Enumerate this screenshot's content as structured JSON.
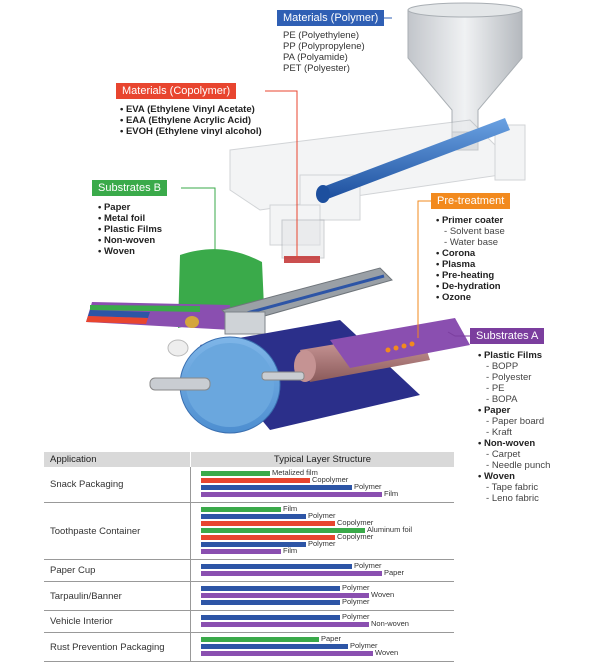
{
  "colors": {
    "green": "#3aaa4a",
    "red": "#e8452f",
    "blue": "#2d55a6",
    "purple": "#8a4fb0",
    "orange": "#f28a1e",
    "polymer_tag": "#2f5fb4",
    "copolymer_tag": "#e8452f",
    "substrate_b_tag": "#3aaa4a",
    "pretreat_tag": "#f28a1e",
    "substrate_a_tag": "#7b3e9e"
  },
  "diagram": {
    "polymer": {
      "title": "Materials (Polymer)",
      "items": [
        "PE (Polyethylene)",
        "PP (Polypropylene)",
        "PA (Polyamide)",
        "PET (Polyester)"
      ]
    },
    "copolymer": {
      "title": "Materials (Copolymer)",
      "items": [
        "EVA (Ethylene Vinyl Acetate)",
        "EAA (Ethylene Acrylic Acid)",
        "EVOH (Ethylene vinyl alcohol)"
      ]
    },
    "substrates_b": {
      "title": "Substrates B",
      "items": [
        "Paper",
        "Metal foil",
        "Plastic Films",
        "Non-woven",
        "Woven"
      ]
    },
    "pretreatment": {
      "title": "Pre-treatment",
      "items": [
        {
          "t": "Primer coater",
          "k": "b"
        },
        {
          "t": "Solvent base",
          "k": "s"
        },
        {
          "t": "Water base",
          "k": "s"
        },
        {
          "t": "Corona",
          "k": "b"
        },
        {
          "t": "Plasma",
          "k": "b"
        },
        {
          "t": "Pre-heating",
          "k": "b"
        },
        {
          "t": "De-hydration",
          "k": "b"
        },
        {
          "t": "Ozone",
          "k": "b"
        }
      ]
    },
    "substrates_a": {
      "title": "Substrates A",
      "items": [
        {
          "t": "Plastic Films",
          "k": "b"
        },
        {
          "t": "BOPP",
          "k": "s"
        },
        {
          "t": "Polyester",
          "k": "s"
        },
        {
          "t": "PE",
          "k": "s"
        },
        {
          "t": "BOPA",
          "k": "s"
        },
        {
          "t": "Paper",
          "k": "b"
        },
        {
          "t": "Paper board",
          "k": "s"
        },
        {
          "t": "Kraft",
          "k": "s"
        },
        {
          "t": "Non-woven",
          "k": "b"
        },
        {
          "t": "Carpet",
          "k": "s"
        },
        {
          "t": "Needle punch",
          "k": "s"
        },
        {
          "t": "Woven",
          "k": "b"
        },
        {
          "t": "Tape fabric",
          "k": "s"
        },
        {
          "t": "Leno fabric",
          "k": "s"
        }
      ]
    }
  },
  "table": {
    "header": {
      "application": "Application",
      "structure": "Typical Layer Structure"
    },
    "rows": [
      {
        "app": "Snack Packaging",
        "layers": [
          {
            "c": "green",
            "v": 0.33,
            "label": "Metalized film"
          },
          {
            "c": "red",
            "v": 0.52,
            "label": "Copolymer"
          },
          {
            "c": "blue",
            "v": 0.72,
            "label": "Polymer"
          },
          {
            "c": "purple",
            "v": 0.86,
            "label": "Film"
          }
        ]
      },
      {
        "app": "Toothpaste Container",
        "layers": [
          {
            "c": "green",
            "v": 0.38,
            "label": "Film"
          },
          {
            "c": "blue",
            "v": 0.5,
            "label": "Polymer"
          },
          {
            "c": "red",
            "v": 0.64,
            "label": "Copolymer"
          },
          {
            "c": "green",
            "v": 0.78,
            "label": "Aluminum foil"
          },
          {
            "c": "red",
            "v": 0.64,
            "label": "Copolymer"
          },
          {
            "c": "blue",
            "v": 0.5,
            "label": "Polymer"
          },
          {
            "c": "purple",
            "v": 0.38,
            "label": "Film"
          }
        ]
      },
      {
        "app": "Paper Cup",
        "layers": [
          {
            "c": "blue",
            "v": 0.72,
            "label": "Polymer"
          },
          {
            "c": "purple",
            "v": 0.86,
            "label": "Paper"
          }
        ]
      },
      {
        "app": "Tarpaulin/Banner",
        "layers": [
          {
            "c": "blue",
            "v": 0.66,
            "label": "Polymer"
          },
          {
            "c": "purple",
            "v": 0.8,
            "label": "Woven"
          },
          {
            "c": "blue",
            "v": 0.66,
            "label": "Polymer"
          }
        ]
      },
      {
        "app": "Vehicle Interior",
        "layers": [
          {
            "c": "blue",
            "v": 0.66,
            "label": "Polymer"
          },
          {
            "c": "purple",
            "v": 0.8,
            "label": "Non-woven"
          }
        ]
      },
      {
        "app": "Rust Prevention Packaging",
        "layers": [
          {
            "c": "green",
            "v": 0.56,
            "label": "Paper"
          },
          {
            "c": "blue",
            "v": 0.7,
            "label": "Polymer"
          },
          {
            "c": "purple",
            "v": 0.82,
            "label": "Woven"
          }
        ]
      }
    ]
  }
}
